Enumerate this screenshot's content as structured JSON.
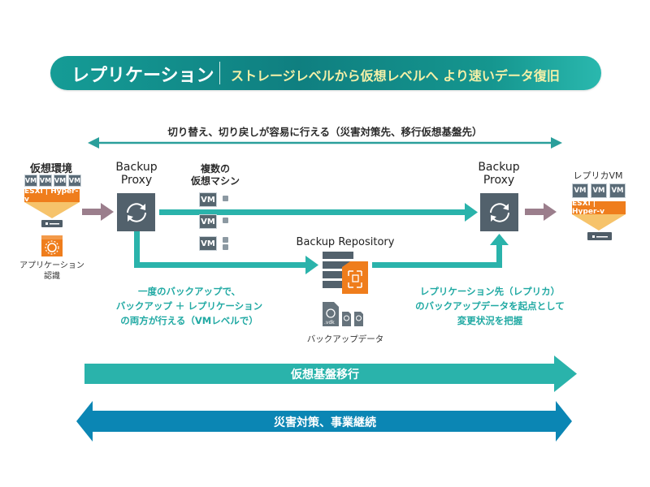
{
  "header": {
    "title": "レプリケーション",
    "subtitle": "ストレージレベルから仮想レベルへ より速いデータ復旧"
  },
  "top_arrow": {
    "label": "切り替え、切り戻しが容易に行える（災害対策先、移行仮想基盤先）"
  },
  "source_env": {
    "label": "仮想環境",
    "vms": [
      "VM",
      "VM",
      "VM",
      "VM"
    ],
    "hypervisor": "ESXi | Hyper-v",
    "app_label_line1": "アプリケーション",
    "app_label_line2": "認識"
  },
  "proxy_left": {
    "line1": "Backup",
    "line2": "Proxy"
  },
  "vm_group": {
    "line1": "複数の",
    "line2": "仮想マシン",
    "vms": [
      "VM",
      "VM",
      "VM"
    ]
  },
  "repository": {
    "label": "Backup Repository",
    "file_ext": ".vdk",
    "data_label": "バックアップデータ"
  },
  "proxy_right": {
    "line1": "Backup",
    "line2": "Proxy"
  },
  "replica_env": {
    "label": "レプリカVM",
    "vms": [
      "VM",
      "VM",
      "VM"
    ],
    "hypervisor": "ESXi | Hyper-v"
  },
  "notes": {
    "left": [
      "一度のバックアップで、",
      "バックアップ ＋ レプリケーション",
      "の両方が行える（VMレベルで）"
    ],
    "right": [
      "レプリケーション先（レプリカ）",
      "のバックアップデータを起点として",
      "変更状況を把握"
    ]
  },
  "bars": {
    "migration": "仮想基盤移行",
    "disaster": "災害対策、事業継続"
  },
  "colors": {
    "teal": "#2ab3ab",
    "slate": "#52616c",
    "orange": "#ef7d1c",
    "mauve": "#9b7e8c",
    "blue": "#0b86b4",
    "banner_subtitle": "#f4f0a8"
  }
}
